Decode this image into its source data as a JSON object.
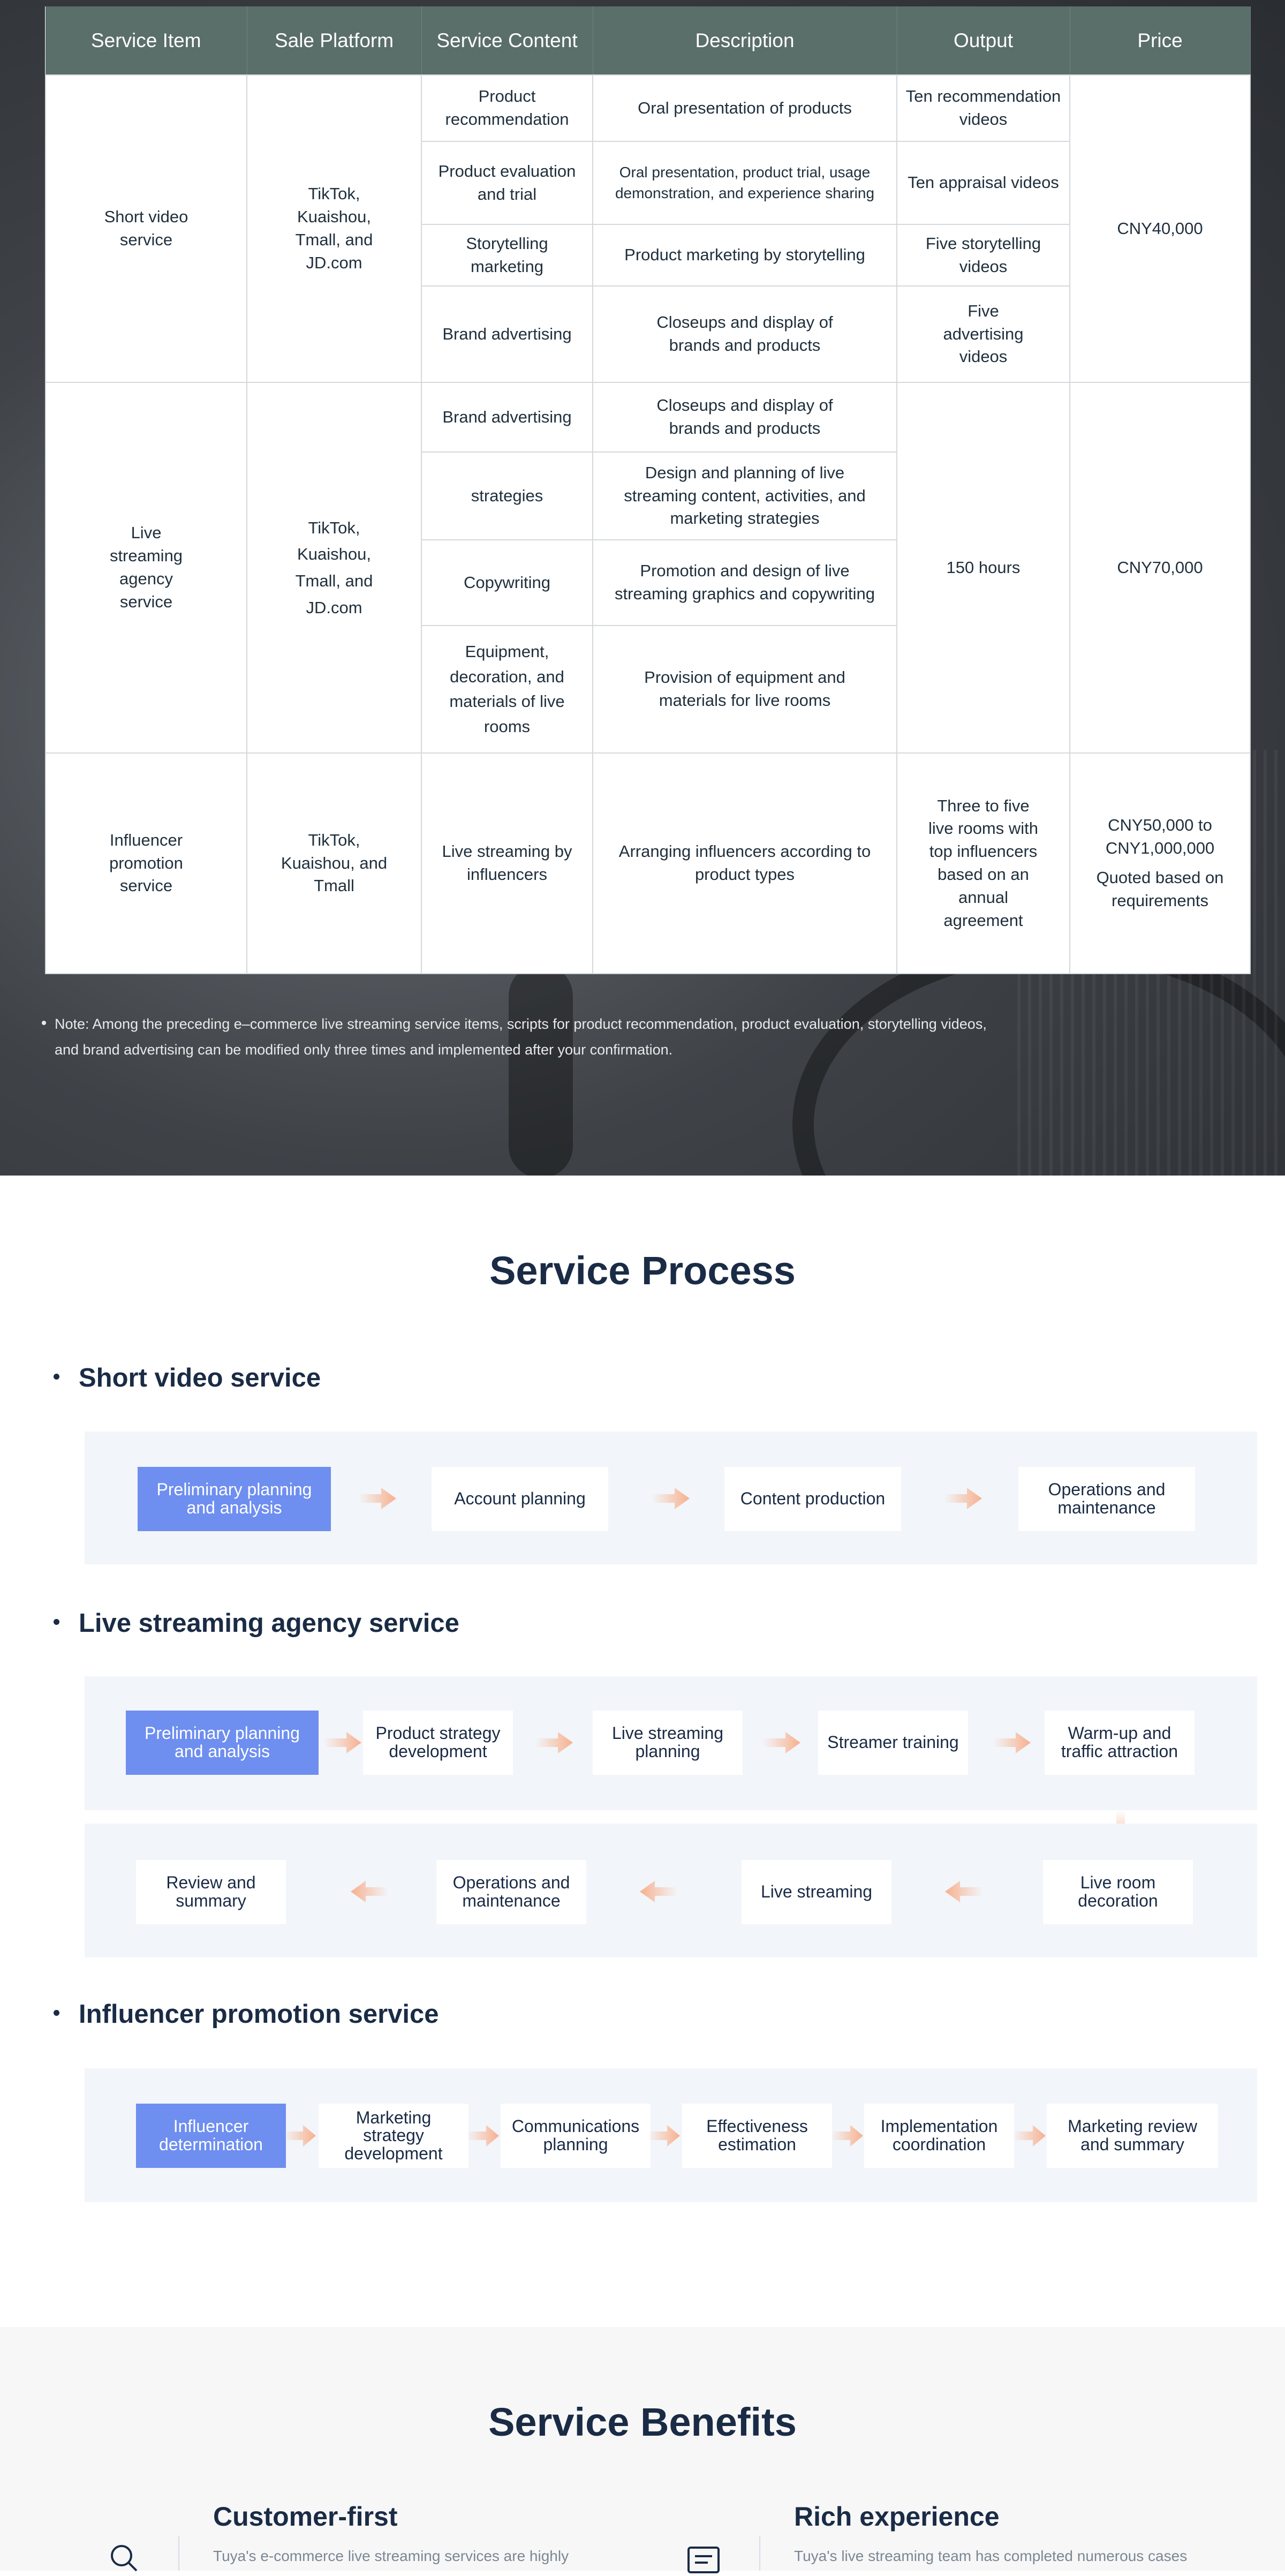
{
  "pricing": {
    "headers": [
      "Service Item",
      "Sale Platform",
      "Service Content",
      "Description",
      "Output",
      "Price"
    ],
    "short_video": {
      "item": "Short video service",
      "platform": "TikTok, Kuaishou, Tmall, and JD.com",
      "price": "CNY40,000",
      "rows": [
        {
          "content": "Product recommendation",
          "description": "Oral presentation of products",
          "output": "Ten recommendation videos"
        },
        {
          "content": "Product evaluation and trial",
          "description": "Oral presentation, product trial, usage demonstration, and experience sharing",
          "output": "Ten appraisal videos"
        },
        {
          "content": "Storytelling marketing",
          "description": "Product marketing by storytelling",
          "output": "Five storytelling videos"
        },
        {
          "content": "Brand advertising",
          "description": "Closeups and display of brands and products",
          "output": "Five advertising videos"
        }
      ]
    },
    "live_agency": {
      "item": "Live streaming agency service",
      "platform": "TikTok, Kuaishou, Tmall, and JD.com",
      "output": "150 hours",
      "price": "CNY70,000",
      "rows": [
        {
          "content": "Brand advertising",
          "description": "Closeups and display of brands and products"
        },
        {
          "content": "strategies",
          "description": "Design and planning of live streaming content, activities, and marketing strategies"
        },
        {
          "content": "Copywriting",
          "description": "Promotion and design of live streaming graphics and copywriting"
        },
        {
          "content": "Equipment, decoration, and materials of live rooms",
          "description": "Provision of equipment and materials for live rooms"
        }
      ]
    },
    "influencer": {
      "item": "Influencer promotion service",
      "platform": "TikTok, Kuaishou, and Tmall",
      "content": "Live streaming by influencers",
      "description": "Arranging influencers according to product types",
      "output": "Three to five live rooms with top influencers based on an annual agreement",
      "price_range": "CNY50,000 to CNY1,000,000",
      "price_note": "Quoted based on requirements"
    },
    "note_line1": "Note: Among the preceding e–commerce live streaming service items, scripts for product recommendation, product evaluation, storytelling videos,",
    "note_line2": "and brand advertising can be modified only three times and implemented after your confirmation."
  },
  "process": {
    "title": "Service Process",
    "short_video": {
      "heading": "Short video service",
      "steps": [
        "Preliminary planning and analysis",
        "Account planning",
        "Content production",
        "Operations and maintenance"
      ]
    },
    "live_agency": {
      "heading": "Live streaming agency service",
      "row1": [
        "Preliminary planning and analysis",
        "Product strategy development",
        "Live streaming planning",
        "Streamer training",
        "Warm-up and traffic attraction"
      ],
      "row2": [
        "Review and summary",
        "Operations and maintenance",
        "Live streaming",
        "Live room decoration"
      ]
    },
    "influencer": {
      "heading": "Influencer promotion service",
      "steps": [
        "Influencer determination",
        "Marketing strategy development",
        "Communications planning",
        "Effectiveness estimation",
        "Implementation coordination",
        "Marketing review and summary"
      ]
    }
  },
  "benefits": {
    "title": "Service Benefits",
    "items": [
      {
        "title": "Customer-first",
        "text": "Tuya's e-commerce live streaming services are highly",
        "icon": "search-icon"
      },
      {
        "title": "Rich experience",
        "text": "Tuya's live streaming team has completed numerous cases",
        "icon": "document-icon"
      }
    ]
  },
  "colors": {
    "accent": "#6e8ef0",
    "header": "#5a6e6a",
    "arrow": "#f7b08e",
    "text": "#1a2b45"
  }
}
